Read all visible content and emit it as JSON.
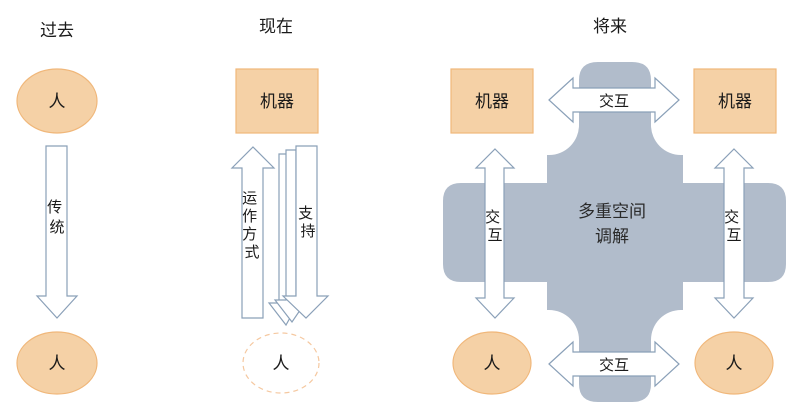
{
  "colors": {
    "person_fill": "#f5d1a6",
    "person_stroke": "#f0b77a",
    "machine_fill": "#f5d1a6",
    "machine_stroke": "#f0b77a",
    "arrow_stroke": "#8aa0b8",
    "arrow_fill": "#ffffff",
    "hub_fill": "#b1bccb",
    "dashed_stroke": "#f5c8a0"
  },
  "panels": {
    "past": {
      "title": "过去",
      "top_node": "人",
      "arrow_label": "传统",
      "bottom_node": "人"
    },
    "present": {
      "title": "现在",
      "top_node": "机器",
      "up_arrow_label": "运作方式",
      "down_arrow_label": "支持",
      "bottom_node": "人"
    },
    "future": {
      "title": "将来",
      "machine_left": "机器",
      "machine_right": "机器",
      "person_left": "人",
      "person_right": "人",
      "hub_label_line1": "多重空间",
      "hub_label_line2": "调解",
      "top_arrow_label": "交互",
      "bottom_arrow_label": "交互",
      "left_arrow_label": "交互",
      "right_arrow_label": "交互"
    }
  }
}
